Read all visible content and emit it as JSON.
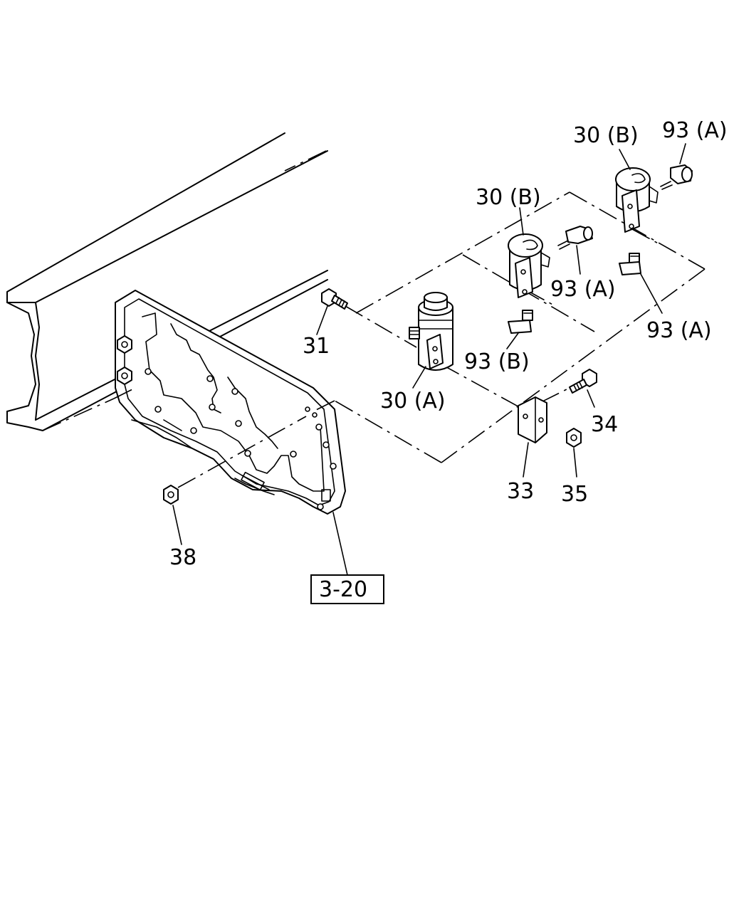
{
  "callouts": {
    "p30b_top": "30 (B)",
    "p93a_top": "93 (A)",
    "p30b_mid": "30 (B)",
    "p93a_mid": "93 (A)",
    "p93a_low": "93 (A)",
    "p31": "31",
    "p93b": "93 (B)",
    "p30a": "30 (A)",
    "p34": "34",
    "p33": "33",
    "p35": "35",
    "p38": "38"
  },
  "reference": {
    "label": "3-20"
  }
}
